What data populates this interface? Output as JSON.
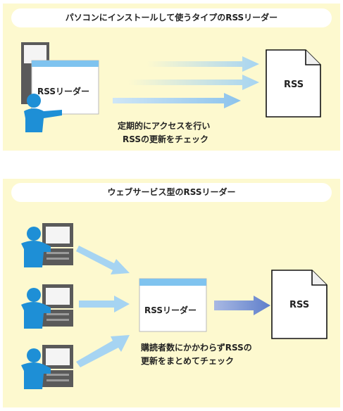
{
  "panel_top": {
    "title": "パソコンにインストールして使うタイプのRSSリーダー",
    "reader_label": "RSSリーダー",
    "doc_label": "RSS",
    "caption_line1": "定期的にアクセスを行い",
    "caption_line2": "RSSの更新をチェック"
  },
  "panel_bottom": {
    "title": "ウェブサービス型のRSSリーダー",
    "reader_label": "RSSリーダー",
    "doc_label": "RSS",
    "caption_line1": "購読者数にかかわらずRSSの",
    "caption_line2": "更新をまとめてチェック"
  },
  "colors": {
    "panel_bg": "#fdf9cf",
    "person_blue": "#1e8fd6",
    "arrow_light": "#a6d4f2",
    "arrow_dark": "#6f8fcf",
    "window_titlebar": "#7fc3ef"
  }
}
